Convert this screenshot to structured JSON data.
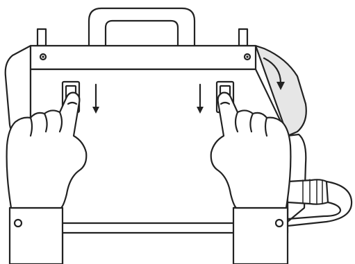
{
  "figure": {
    "line_color": "#222222",
    "fill_color": "#ffffff",
    "shade_color": "#e6e6e6",
    "icons": [
      "device-housing",
      "carry-handle",
      "left-release-button",
      "right-release-button",
      "down-arrow",
      "rotate-arrow",
      "left-hand",
      "right-hand",
      "cable"
    ]
  }
}
